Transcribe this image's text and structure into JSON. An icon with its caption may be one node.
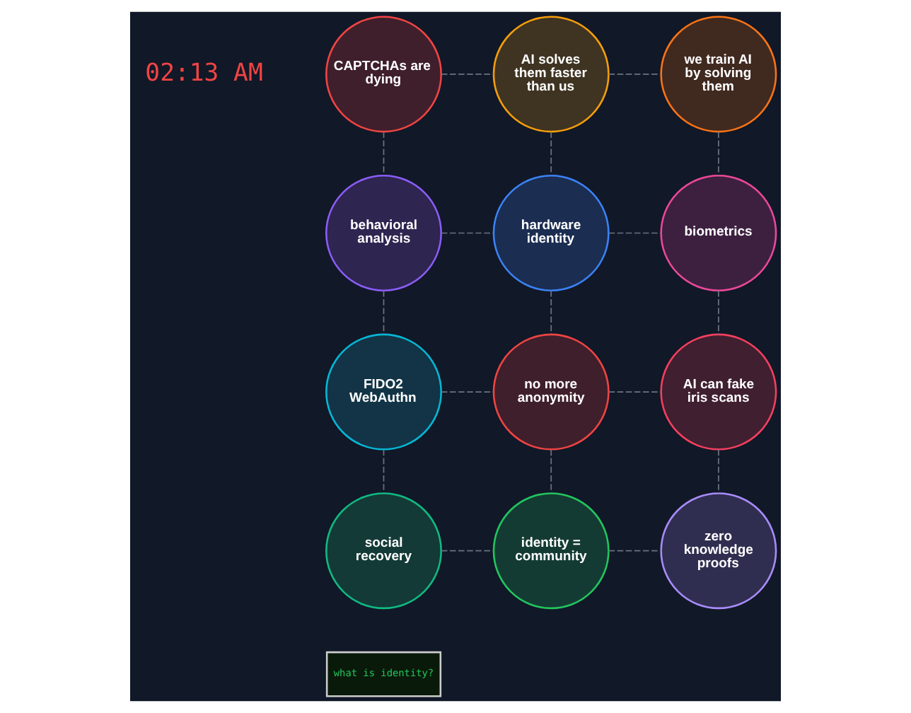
{
  "diagram": {
    "nodes": [
      {
        "text": [
          "CAPTCHAs are dying"
        ]
      },
      {
        "text": [
          "AI solves them faster than us"
        ]
      },
      {
        "text": [
          "we train AI by solving them"
        ]
      },
      {
        "text": [
          "behavioral analysis"
        ]
      },
      {
        "text": [
          "hardware identity"
        ]
      },
      {
        "text": [
          "biometrics"
        ]
      },
      {
        "text": [
          "FIDO2 WebAuthn"
        ]
      },
      {
        "text": [
          "no more anonymity"
        ]
      },
      {
        "text": [
          "AI can fake iris scans"
        ]
      },
      {
        "text": [
          "social recovery"
        ]
      },
      {
        "text": [
          "identity = community"
        ]
      },
      {
        "text": [
          "zero knowledge proofs"
        ]
      },
      {
        "text": [
          "what is identity?"
        ]
      }
    ],
    "edges": [
      {
        "from": 0,
        "to": 1,
        "arrow": "none",
        "style": "dashed"
      },
      {
        "from": 1,
        "to": 2,
        "arrow": "none",
        "style": "dashed"
      },
      {
        "from": 0,
        "to": 3,
        "arrow": "none",
        "style": "dashed"
      },
      {
        "from": 1,
        "to": 4,
        "arrow": "none",
        "style": "dashed"
      },
      {
        "from": 2,
        "to": 5,
        "arrow": "none",
        "style": "dashed"
      },
      {
        "from": 3,
        "to": 4,
        "arrow": "none",
        "style": "dashed"
      },
      {
        "from": 4,
        "to": 5,
        "arrow": "none",
        "style": "dashed"
      },
      {
        "from": 3,
        "to": 6,
        "arrow": "none",
        "style": "dashed"
      },
      {
        "from": 4,
        "to": 7,
        "arrow": "none",
        "style": "dashed"
      },
      {
        "from": 5,
        "to": 8,
        "arrow": "none",
        "style": "dashed"
      },
      {
        "from": 6,
        "to": 7,
        "arrow": "none",
        "style": "dashed"
      },
      {
        "from": 7,
        "to": 8,
        "arrow": "none",
        "style": "dashed"
      },
      {
        "from": 6,
        "to": 9,
        "arrow": "none",
        "style": "dashed"
      },
      {
        "from": 7,
        "to": 10,
        "arrow": "none",
        "style": "dashed"
      },
      {
        "from": 8,
        "to": 11,
        "arrow": "none",
        "style": "dashed"
      },
      {
        "from": 9,
        "to": 10,
        "arrow": "none",
        "style": "dashed"
      },
      {
        "from": 10,
        "to": 11,
        "arrow": "none",
        "style": "dashed"
      }
    ],
    "labels": [
      "02:13 AM"
    ]
  }
}
